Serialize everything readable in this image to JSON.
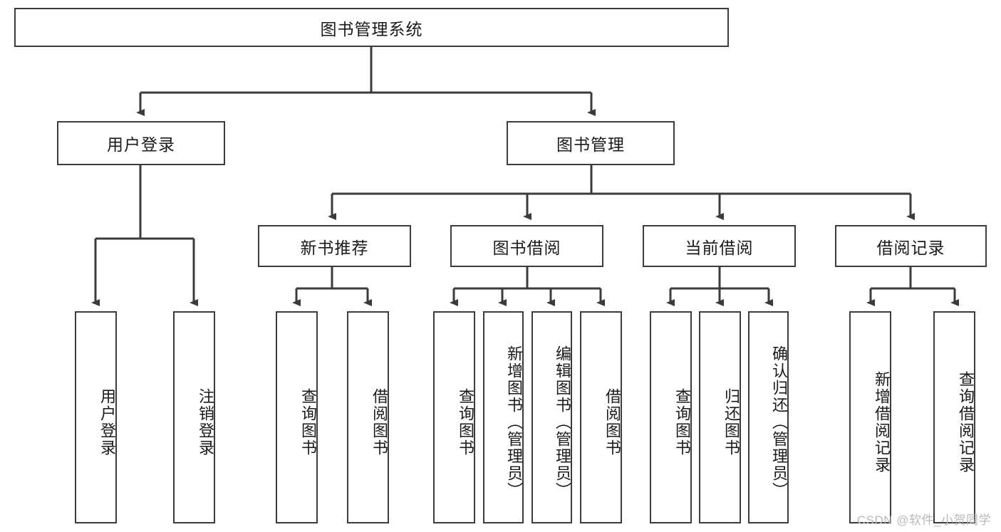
{
  "diagram": {
    "title": "图书管理系统",
    "type": "tree",
    "root": {
      "label": "图书管理系统"
    },
    "level2": [
      {
        "label": "用户登录"
      },
      {
        "label": "图书管理"
      }
    ],
    "level3": [
      {
        "label": "新书推荐"
      },
      {
        "label": "图书借阅"
      },
      {
        "label": "当前借阅"
      },
      {
        "label": "借阅记录"
      }
    ],
    "leaves": {
      "user_login": [
        {
          "label": "用户登录"
        },
        {
          "label": "注销登录"
        }
      ],
      "new_book_recommend": [
        {
          "label": "查询图书"
        },
        {
          "label": "借阅图书"
        }
      ],
      "book_borrow": [
        {
          "label": "查询图书"
        },
        {
          "label": "新增图书（管理员）"
        },
        {
          "label": "编辑图书（管理员）"
        },
        {
          "label": "借阅图书"
        }
      ],
      "current_borrow": [
        {
          "label": "查询图书"
        },
        {
          "label": "归还图书"
        },
        {
          "label": "确认归还（管理员）"
        }
      ],
      "borrow_record": [
        {
          "label": "新增借阅记录"
        },
        {
          "label": "查询借阅记录"
        }
      ]
    }
  },
  "watermark": {
    "text": "CSDN @软件_小贺同学"
  },
  "colors": {
    "stroke": "#3b3b3b",
    "fill": "#ffffff",
    "text": "#1a1a1a",
    "watermark": "#b9b9b9"
  }
}
